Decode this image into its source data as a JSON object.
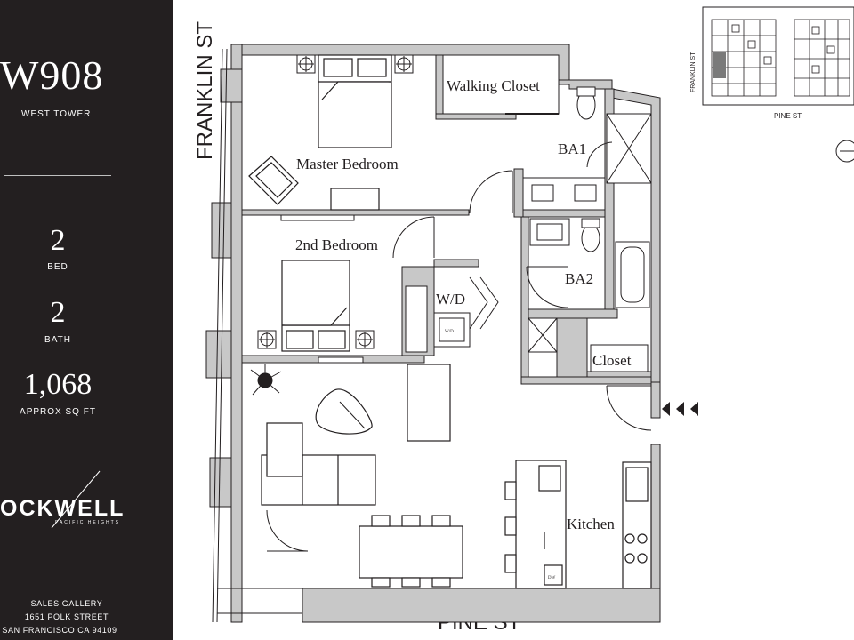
{
  "unit": {
    "number": "W908",
    "tower": "WEST TOWER",
    "bed_value": "2",
    "bed_label": "BED",
    "bath_value": "2",
    "bath_label": "BATH",
    "sqft_value": "1,068",
    "sqft_label": "APPROX SQ FT"
  },
  "brand": {
    "name": "OCKWELL",
    "subtitle": "PACIFIC HEIGHTS"
  },
  "sales_gallery": {
    "line1": "SALES GALLERY",
    "line2": "1651 POLK STREET",
    "line3": "SAN FRANCISCO CA 94109"
  },
  "streets": {
    "franklin": "FRANKLIN ST",
    "pine": "PINE ST"
  },
  "rooms": {
    "walking_closet": "Walking Closet",
    "ba1": "BA1",
    "master_bedroom": "Master Bedroom",
    "second_bedroom": "2nd Bedroom",
    "wd": "W/D",
    "wd_machine": "W/D",
    "ba2": "BA2",
    "closet": "Closet",
    "kitchen": "Kitchen",
    "dw": "DW"
  },
  "key_plan": {
    "franklin": "FRANKLIN ST",
    "pine": "PINE ST"
  },
  "colors": {
    "sidebar_bg": "#231f20",
    "wall_fill": "#c8c8c8",
    "line": "#231f20",
    "highlight": "#7a7a7a"
  }
}
